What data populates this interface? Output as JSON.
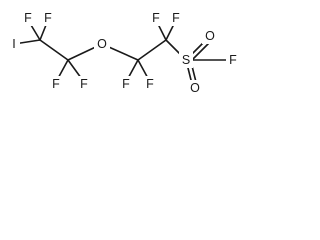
{
  "molecule": {
    "atoms": {
      "iodine": "I",
      "ether_oxygen": "O",
      "sulfur": "S",
      "sulfonyl_oxygen_upper": "O",
      "sulfonyl_oxygen_lower": "O",
      "sulfonyl_fluorine": "F",
      "c1_fluorine_top_left": "F",
      "c1_fluorine_top_right": "F",
      "c2_fluorine_bottom_left": "F",
      "c2_fluorine_bottom_right": "F",
      "c3_fluorine_bottom_left": "F",
      "c3_fluorine_bottom_right": "F",
      "c4_fluorine_top_left": "F",
      "c4_fluorine_top_right": "F"
    }
  }
}
